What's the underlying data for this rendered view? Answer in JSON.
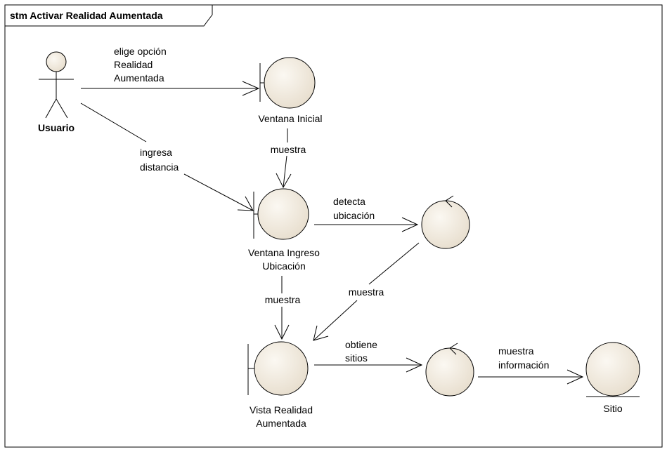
{
  "frame": {
    "title": "stm Activar Realidad Aumentada"
  },
  "actors": [
    {
      "id": "usuario",
      "label": "Usuario"
    }
  ],
  "boundaries": [
    {
      "id": "ventana-inicial",
      "label_lines": [
        "Ventana Inicial"
      ]
    },
    {
      "id": "ventana-ingreso",
      "label_lines": [
        "Ventana Ingreso",
        "Ubicación"
      ]
    },
    {
      "id": "vista-ra",
      "label_lines": [
        "Vista Realidad",
        "Aumentada"
      ]
    }
  ],
  "controls": [
    {
      "id": "control-ubicacion"
    },
    {
      "id": "control-sitios"
    }
  ],
  "entities": [
    {
      "id": "sitio",
      "label_lines": [
        "Sitio"
      ]
    }
  ],
  "connections": [
    {
      "id": "elige",
      "label_lines": [
        "elige opción",
        "Realidad",
        "Aumentada"
      ]
    },
    {
      "id": "ingresa",
      "label_lines": [
        "ingresa",
        "distancia"
      ]
    },
    {
      "id": "muestra1",
      "label_lines": [
        "muestra"
      ]
    },
    {
      "id": "detecta",
      "label_lines": [
        "detecta",
        "ubicación"
      ]
    },
    {
      "id": "muestra2",
      "label_lines": [
        "muestra"
      ]
    },
    {
      "id": "muestra3",
      "label_lines": [
        "muestra"
      ]
    },
    {
      "id": "obtiene",
      "label_lines": [
        "obtiene",
        "sitios"
      ]
    },
    {
      "id": "muestra4",
      "label_lines": [
        "muestra",
        "información"
      ]
    }
  ],
  "colors": {
    "node_fill_light": "#fbf8f2",
    "node_fill_dark": "#e6dccb",
    "stroke": "#000000",
    "background": "#ffffff"
  }
}
